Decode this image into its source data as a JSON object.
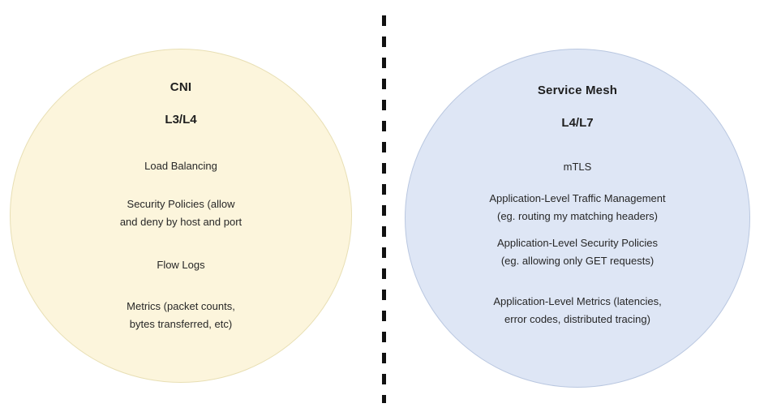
{
  "diagram": {
    "left_circle": {
      "title": "CNI",
      "subtitle": "L3/L4",
      "fill": "#FCF5DC",
      "stroke": "#E8DFB4",
      "items": [
        {
          "lines": [
            "Load Balancing"
          ]
        },
        {
          "lines": [
            "Security Policies (allow",
            "and deny by host and port"
          ]
        },
        {
          "lines": [
            "Flow Logs"
          ]
        },
        {
          "lines": [
            "Metrics (packet counts,",
            "bytes transferred, etc)"
          ]
        }
      ]
    },
    "right_circle": {
      "title": "Service Mesh",
      "subtitle": "L4/L7",
      "fill": "#DEE6F5",
      "stroke": "#B9C7E0",
      "items": [
        {
          "lines": [
            "mTLS"
          ]
        },
        {
          "lines": [
            "Application-Level Traffic Management",
            "(eg. routing my matching headers)"
          ]
        },
        {
          "lines": [
            "Application-Level Security Policies",
            "(eg. allowing only GET requests)"
          ]
        },
        {
          "lines": [
            "Application-Level Metrics (latencies,",
            "error codes, distributed tracing)"
          ]
        }
      ]
    },
    "divider": {
      "color": "#111111",
      "style": "dashed"
    }
  }
}
